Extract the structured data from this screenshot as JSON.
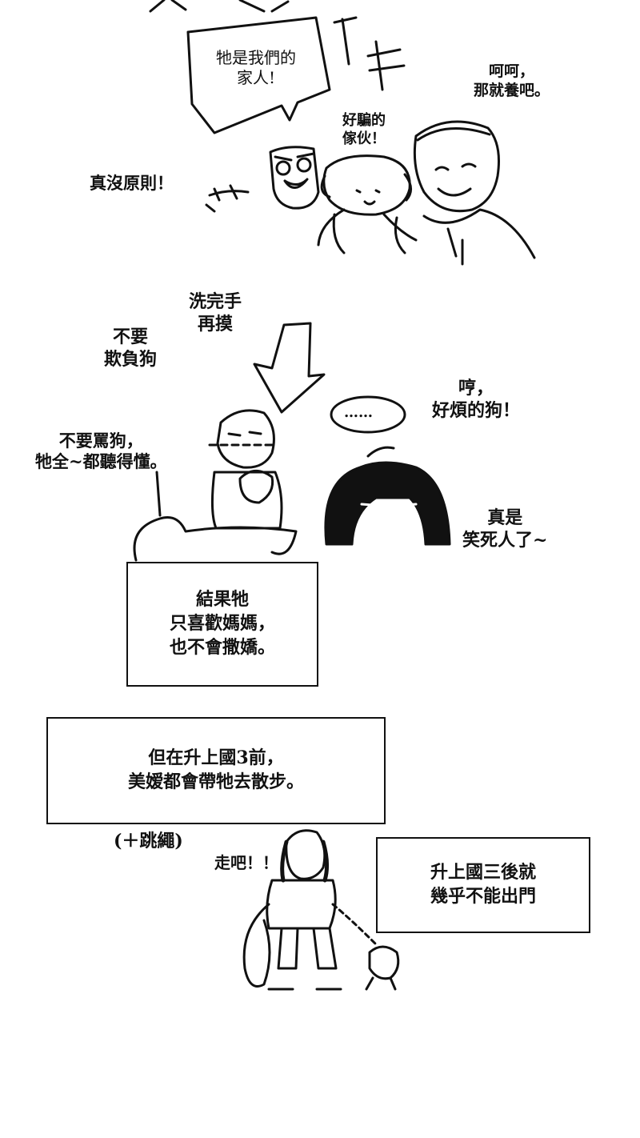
{
  "panel1": {
    "speech_bubble": "牠是我們的\n家人!",
    "dad_line": "呵呵，\n那就養吧。",
    "liar_comment": "好騙的\n傢伙！",
    "no_principles": "真沒原則！"
  },
  "panel2": {
    "wash_hands": "洗完手\n再摸",
    "no_bully": "不要\n欺負狗",
    "ellipsis": "……",
    "annoying_dog": "哼，\n好煩的狗！",
    "no_scold": "不要罵狗，\n牠全~都聽得懂。",
    "so_funny": "真是\n笑死人了~"
  },
  "caption1": "結果牠\n只喜歡媽媽，\n也不會撒嬌。",
  "caption2": "但在升上國3前，\n美嫒都會帶牠去散步。",
  "panel3": {
    "jump_rope": "(＋跳繩)",
    "lets_go": "走吧！！",
    "after_grade": "升上國三後就\n幾乎不能出門"
  }
}
